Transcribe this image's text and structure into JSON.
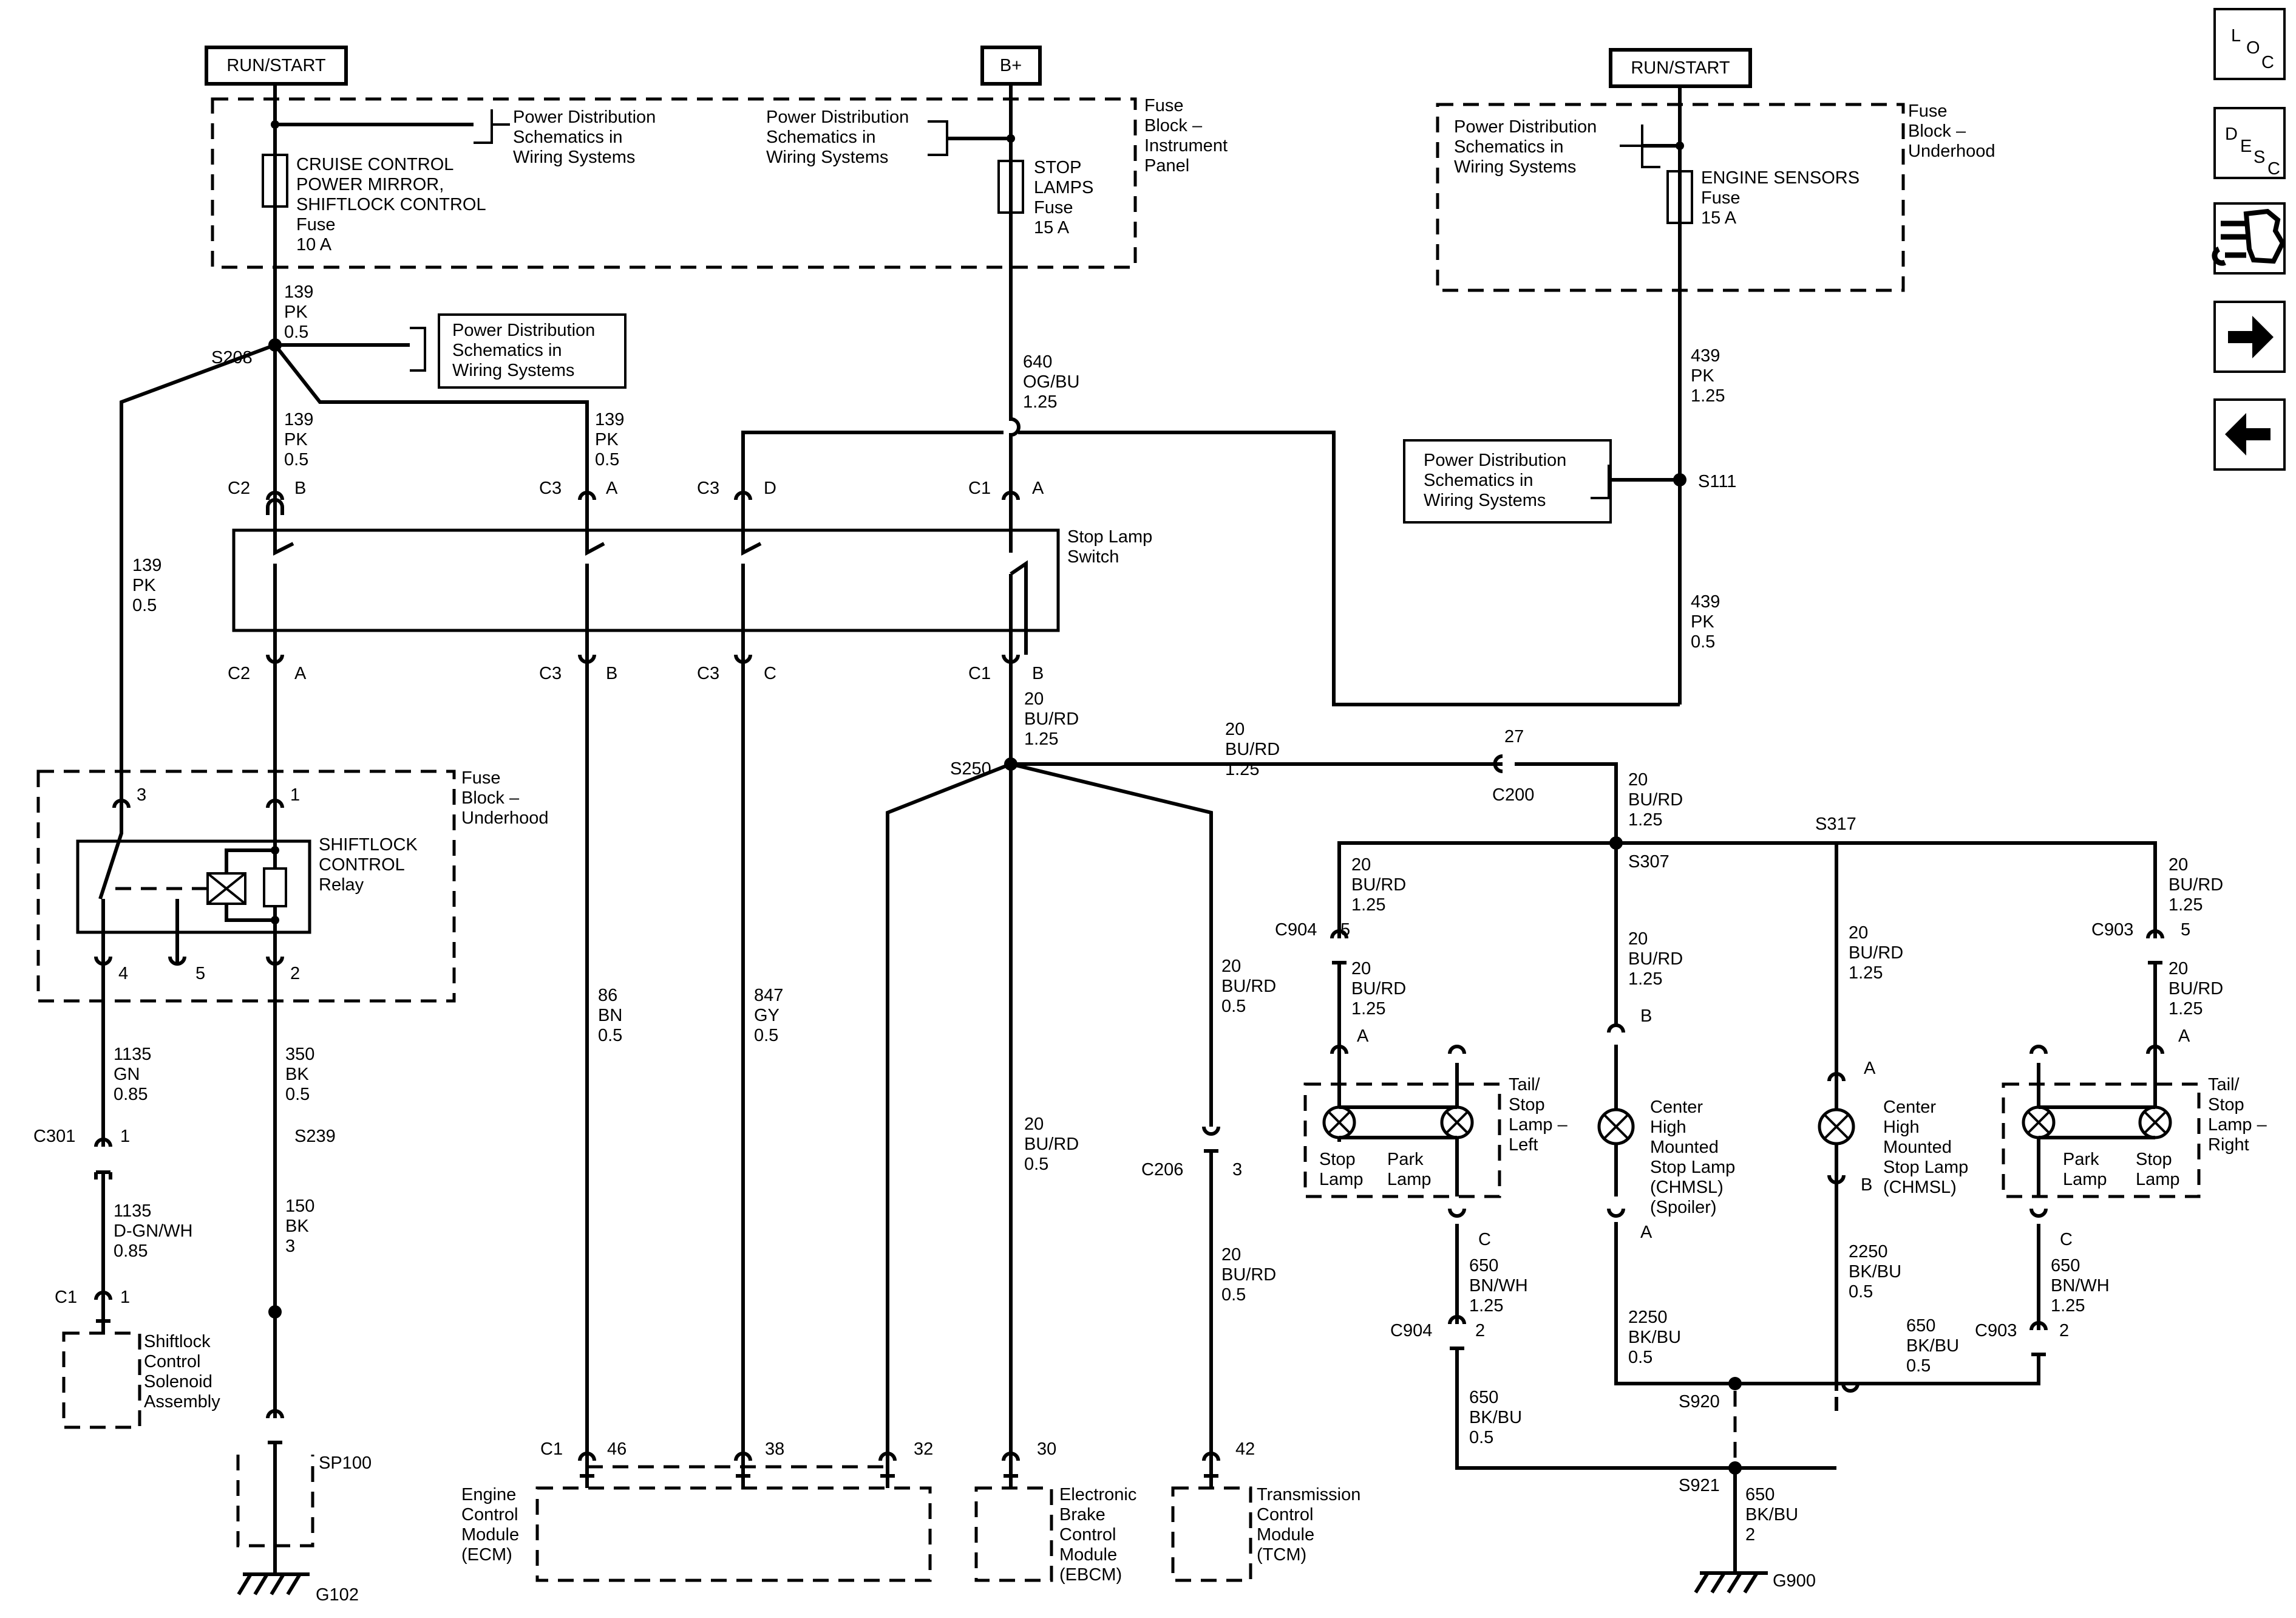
{
  "sources": {
    "run_start_left": "RUN/START",
    "b_plus": "B+",
    "run_start_right": "RUN/START"
  },
  "fuse_blocks": {
    "ip_title": [
      "Fuse",
      "Block –",
      "Instrument",
      "Panel"
    ],
    "uh_right_title": [
      "Fuse",
      "Block –",
      "Underhood"
    ],
    "uh_left_title": [
      "Fuse",
      "Block –",
      "Underhood"
    ]
  },
  "fuses": {
    "cruise": [
      "CRUISE CONTROL",
      "POWER MIRROR,",
      "SHIFTLOCK CONTROL",
      "Fuse",
      "10 A"
    ],
    "stop_lamps": [
      "STOP",
      "LAMPS",
      "Fuse",
      "15 A"
    ],
    "engine_sensors": [
      "ENGINE SENSORS",
      "Fuse",
      "15 A"
    ]
  },
  "pds_ref": [
    "Power Distribution",
    "Schematics in",
    "Wiring Systems"
  ],
  "splices": {
    "s208": "S208",
    "s250": "S250",
    "s111": "S111",
    "s307": "S307",
    "s317": "S317",
    "s239": "S239",
    "s920": "S920",
    "s921": "S921",
    "sp100": "SP100"
  },
  "grounds": {
    "g102": "G102",
    "g900": "G900"
  },
  "wires": {
    "w139_top": [
      "139",
      "PK",
      "0.5"
    ],
    "w139_b": [
      "139",
      "PK",
      "0.5"
    ],
    "w139_a": [
      "139",
      "PK",
      "0.5"
    ],
    "w139_left": [
      "139",
      "PK",
      "0.5"
    ],
    "w640": [
      "640",
      "OG/BU",
      "1.25"
    ],
    "w439_top": [
      "439",
      "PK",
      "1.25"
    ],
    "w439_bot": [
      "439",
      "PK",
      "0.5"
    ],
    "w20_s250": [
      "20",
      "BU/RD",
      "1.25"
    ],
    "w20_c200": [
      "20",
      "BU/RD",
      "1.25"
    ],
    "w20_s307": [
      "20",
      "BU/RD",
      "1.25"
    ],
    "w20_left_top": [
      "20",
      "BU/RD",
      "1.25"
    ],
    "w20_left_bot": [
      "20",
      "BU/RD",
      "1.25"
    ],
    "w20_chmsl_spoiler": [
      "20",
      "BU/RD",
      "1.25"
    ],
    "w20_chmsl_right": [
      "20",
      "BU/RD",
      "1.25"
    ],
    "w20_right_top": [
      "20",
      "BU/RD",
      "1.25"
    ],
    "w20_right_bot": [
      "20",
      "BU/RD",
      "1.25"
    ],
    "w20_tcm_top": [
      "20",
      "BU/RD",
      "0.5"
    ],
    "w20_tcm_bot": [
      "20",
      "BU/RD",
      "0.5"
    ],
    "w20_ebcm": [
      "20",
      "BU/RD",
      "0.5"
    ],
    "w86": [
      "86",
      "BN",
      "0.5"
    ],
    "w847": [
      "847",
      "GY",
      "0.5"
    ],
    "w1135_top": [
      "1135",
      "GN",
      "0.85"
    ],
    "w1135_bot": [
      "1135",
      "D-GN/WH",
      "0.85"
    ],
    "w350": [
      "350",
      "BK",
      "0.5"
    ],
    "w150": [
      "150",
      "BK",
      "3"
    ],
    "w650_bnwh_left": [
      "650",
      "BN/WH",
      "1.25"
    ],
    "w650_bnwh_right": [
      "650",
      "BN/WH",
      "1.25"
    ],
    "w650_bkbu_left": [
      "650",
      "BK/BU",
      "0.5"
    ],
    "w650_bkbu_right": [
      "650",
      "BK/BU",
      "0.5"
    ],
    "w650_g900": [
      "650",
      "BK/BU",
      "2"
    ],
    "w2250_left": [
      "2250",
      "BK/BU",
      "0.5"
    ],
    "w2250_right": [
      "2250",
      "BK/BU",
      "0.5"
    ]
  },
  "connectors": {
    "c2_b": [
      "C2",
      "B"
    ],
    "c3_a": [
      "C3",
      "A"
    ],
    "c3_d": [
      "C3",
      "D"
    ],
    "c1_a": [
      "C1",
      "A"
    ],
    "c2_a": [
      "C2",
      "A"
    ],
    "c3_b": [
      "C3",
      "B"
    ],
    "c3_c": [
      "C3",
      "C"
    ],
    "c1_b": [
      "C1",
      "B"
    ],
    "relay_3": "3",
    "relay_1": "1",
    "relay_4": "4",
    "relay_5": "5",
    "relay_2": "2",
    "c301": [
      "C301",
      "1"
    ],
    "c1_solenoid": [
      "C1",
      "1"
    ],
    "c200": [
      "27",
      "C200"
    ],
    "c206": [
      "C206",
      "3"
    ],
    "c904_top": [
      "C904",
      "5"
    ],
    "c904_bot": [
      "C904",
      "2"
    ],
    "c903_top": [
      "C903",
      "5"
    ],
    "c903_bot": [
      "C903",
      "2"
    ],
    "tail_left_a": "A",
    "tail_left_c": "C",
    "tail_right_a": "A",
    "tail_right_c": "C",
    "chmsl_spoiler_b": "B",
    "chmsl_spoiler_a": "A",
    "chmsl_right_a": "A",
    "chmsl_right_b": "B",
    "ecm_c1": "C1",
    "ecm_46": "46",
    "ecm_38": "38",
    "ecm_32": "32",
    "ebcm_30": "30",
    "tcm_42": "42"
  },
  "components": {
    "stop_lamp_switch": [
      "Stop Lamp",
      "Switch"
    ],
    "shiftlock_relay": [
      "SHIFTLOCK",
      "CONTROL",
      "Relay"
    ],
    "solenoid": [
      "Shiftlock",
      "Control",
      "Solenoid",
      "Assembly"
    ],
    "ecm": [
      "Engine",
      "Control",
      "Module",
      "(ECM)"
    ],
    "ebcm": [
      "Electronic",
      "Brake",
      "Control",
      "Module",
      "(EBCM)"
    ],
    "tcm": [
      "Transmission",
      "Control",
      "Module",
      "(TCM)"
    ],
    "tail_left": [
      "Tail/",
      "Stop",
      "Lamp –",
      "Left"
    ],
    "tail_left_stop": [
      "Stop",
      "Lamp"
    ],
    "tail_left_park": [
      "Park",
      "Lamp"
    ],
    "tail_right": [
      "Tail/",
      "Stop",
      "Lamp –",
      "Right"
    ],
    "tail_right_park": [
      "Park",
      "Lamp"
    ],
    "tail_right_stop": [
      "Stop",
      "Lamp"
    ],
    "chmsl_spoiler": [
      "Center",
      "High",
      "Mounted",
      "Stop Lamp",
      "(CHMSL)",
      "(Spoiler)"
    ],
    "chmsl_right": [
      "Center",
      "High",
      "Mounted",
      "Stop Lamp",
      "(CHMSL)"
    ]
  },
  "nav": {
    "loc": [
      "L",
      "O",
      "C"
    ],
    "desc": [
      "D",
      "E",
      "S",
      "C"
    ],
    "tools_icon": "connector-tool-icon",
    "next_icon": "arrow-right-icon",
    "prev_icon": "arrow-left-icon"
  }
}
